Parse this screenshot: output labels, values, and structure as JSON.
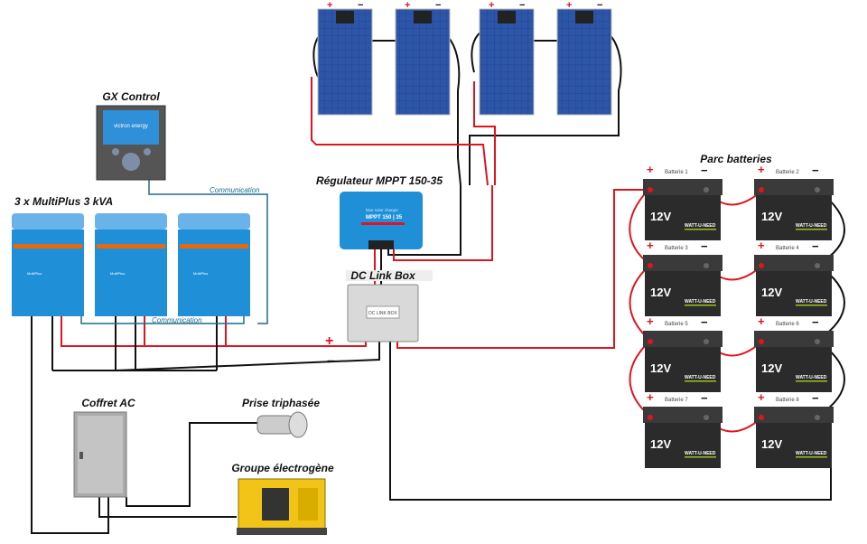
{
  "labels": {
    "gx_control": "GX Control",
    "multiplus": "3 x MultiPlus 3 kVA",
    "mppt": "Régulateur MPPT 150-35",
    "dc_link_box": "DC Link Box",
    "dc_link_box_plate": "DC LINK BOX",
    "parc_batteries": "Parc batteries",
    "coffret_ac": "Coffret AC",
    "prise": "Prise triphasée",
    "groupe": "Groupe électrogène",
    "communication_top": "Communication",
    "communication_bottom": "Communication",
    "plus": "+",
    "minus": "−"
  },
  "gx_screen": {
    "brand": "victron energy"
  },
  "mppt_device": {
    "line1": "blue solar charger",
    "line2": "MPPT 150 | 35"
  },
  "multiplus_units": [
    {
      "name": "MultiPlus"
    },
    {
      "name": "MultiPlus"
    },
    {
      "name": "MultiPlus"
    }
  ],
  "batteries": [
    {
      "name": "Batterie 1",
      "voltage": "12V",
      "brand": "WATT-U-NEED"
    },
    {
      "name": "Batterie 2",
      "voltage": "12V",
      "brand": "WATT-U-NEED"
    },
    {
      "name": "Batterie 3",
      "voltage": "12V",
      "brand": "WATT-U-NEED"
    },
    {
      "name": "Batterie 4",
      "voltage": "12V",
      "brand": "WATT-U-NEED"
    },
    {
      "name": "Batterie 5",
      "voltage": "12V",
      "brand": "WATT-U-NEED"
    },
    {
      "name": "Batterie 6",
      "voltage": "12V",
      "brand": "WATT-U-NEED"
    },
    {
      "name": "Batterie 7",
      "voltage": "12V",
      "brand": "WATT-U-NEED"
    },
    {
      "name": "Batterie 8",
      "voltage": "12V",
      "brand": "WATT-U-NEED"
    }
  ],
  "solar_panels": 4,
  "colors": {
    "positive": "#e0141e",
    "negative": "#111111",
    "communication": "#1e6a8e",
    "victron_blue": "#1f8fd8",
    "panel": "#1d3f8f"
  }
}
